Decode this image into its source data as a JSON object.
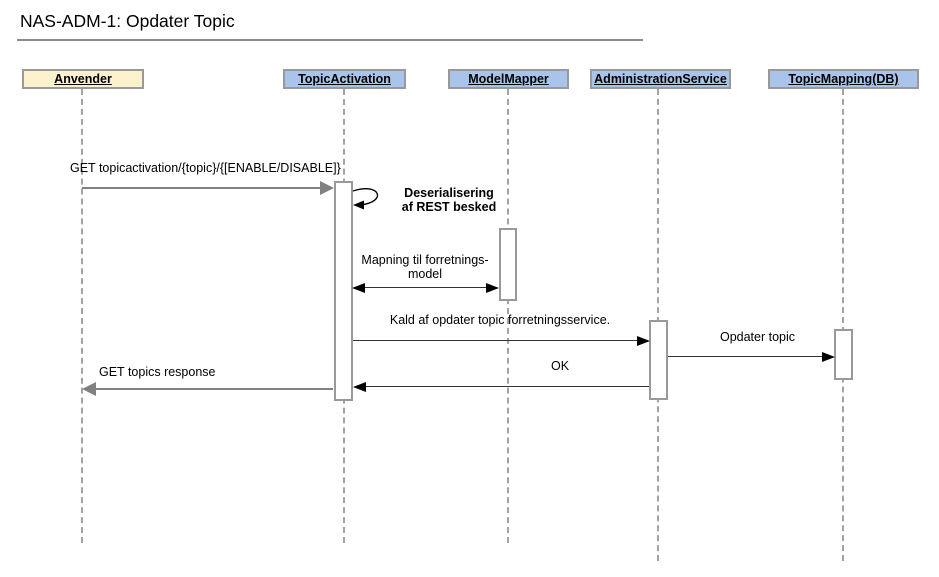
{
  "title": "NAS-ADM-1: Opdater Topic",
  "diagram_type": "uml-sequence",
  "colors": {
    "participant_blue": "#a9c3ea",
    "participant_yellow": "#fbf1cd",
    "box_border_gray": "#999999",
    "lifeline_gray": "#a3a3a3",
    "arrow_gray": "#808080",
    "arrow_black": "#000000",
    "background": "#ffffff"
  },
  "participants": [
    {
      "label": "Anvender",
      "fill": "#fbf1cd"
    },
    {
      "label": "TopicActivation",
      "fill": "#a9c3ea"
    },
    {
      "label": "ModelMapper",
      "fill": "#a9c3ea"
    },
    {
      "label": "AdministrationService",
      "fill": "#a9c3ea"
    },
    {
      "label": "TopicMapping(DB)",
      "fill": "#a9c3ea"
    }
  ],
  "messages": [
    {
      "label": "GET topicactivation/{topic}/{[ENABLE/DISABLE]}",
      "from": "Anvender",
      "to": "TopicActivation",
      "kind": "call-gray"
    },
    {
      "label": "Deserialisering\naf REST besked",
      "from": "TopicActivation",
      "to": "TopicActivation",
      "kind": "self-message"
    },
    {
      "label": "Mapning til forretnings-\nmodel",
      "from": "TopicActivation",
      "to": "ModelMapper",
      "kind": "bidirectional"
    },
    {
      "label": "Kald af opdater topic forretningsservice.",
      "from": "TopicActivation",
      "to": "AdministrationService",
      "kind": "call"
    },
    {
      "label": "Opdater topic",
      "from": "AdministrationService",
      "to": "TopicMapping(DB)",
      "kind": "call"
    },
    {
      "label": "OK",
      "from": "AdministrationService",
      "to": "TopicActivation",
      "kind": "return"
    },
    {
      "label": "GET topics response",
      "from": "TopicActivation",
      "to": "Anvender",
      "kind": "return-gray"
    }
  ]
}
